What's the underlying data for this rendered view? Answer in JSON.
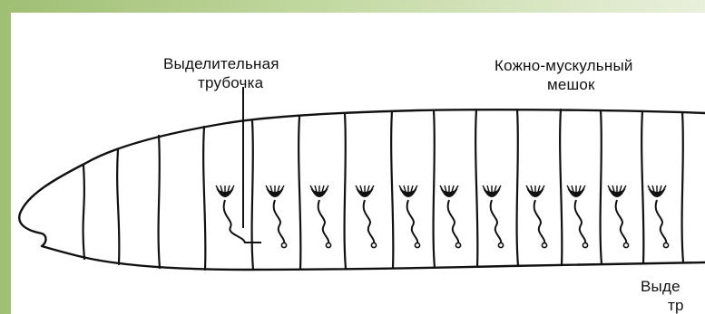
{
  "labels": {
    "excretory_tube_line1": "Выделительная",
    "excretory_tube_line2": "трубочка",
    "skin_muscle_line1": "Кожно-мускульный",
    "skin_muscle_line2": "мешок",
    "bottom_right_line1": "Выде",
    "bottom_right_line2": "тр"
  },
  "colors": {
    "frame_left": "#9fbf73",
    "frame_right": "#e9f0dc",
    "ink": "#111111",
    "background": "#ffffff"
  },
  "diagram": {
    "subject": "earthworm body segments with excretory tubes (metanephridia)",
    "segment_count": 14,
    "nephridia_count": 11
  }
}
